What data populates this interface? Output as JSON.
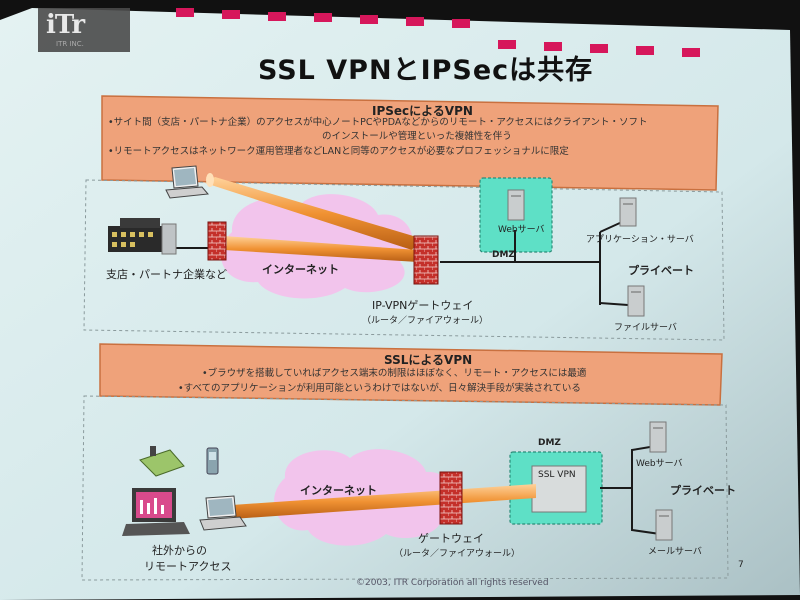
{
  "logo": {
    "mark": "iTr",
    "sub": "ITR INC."
  },
  "slide": {
    "title": "SSL VPNとIPSecは共存",
    "page_number": "7",
    "copyright": "©2003, ITR Corporation all rights reserved"
  },
  "ipsec": {
    "heading": "IPSecによるVPN",
    "bullets": [
      "•サイト間（支店・パートナ企業）のアクセスが中心ノートPCやPDAなどからのリモート・アクセスにはクライアント・ソフト",
      "のインストールや管理といった複雑性を伴う",
      "•リモートアクセスはネットワーク運用管理者などLANと同等のアクセスが必要なプロフェッショナルに限定"
    ],
    "labels": {
      "branch": "支店・パートナ企業など",
      "internet": "インターネット",
      "gateway": "IP-VPNゲートウェイ",
      "gateway_sub": "（ルータ／ファイアウォール）",
      "dmz": "DMZ",
      "web_server": "Webサーバ",
      "app_server": "アプリケーション・サーバ",
      "private": "プライベート",
      "file_server": "ファイルサーバ"
    }
  },
  "ssl": {
    "heading": "SSLによるVPN",
    "bullets": [
      "•ブラウザを搭載していればアクセス端末の制限はほぼなく、リモート・アクセスには最適",
      "•すべてのアプリケーションが利用可能というわけではないが、日々解決手段が実装されている"
    ],
    "labels": {
      "internet": "インターネット",
      "gateway": "ゲートウェイ",
      "gateway_sub": "（ルータ／ファイアウォール）",
      "dmz": "DMZ",
      "ssl_vpn": "SSL VPN",
      "web_server": "Webサーバ",
      "private": "プライベート",
      "mail_server": "メールサーバ",
      "remote": "社外からの",
      "remote2": "リモートアクセス"
    }
  },
  "colors": {
    "slide_bg": "#dcecee",
    "banner": "#efa27a",
    "banner_edge": "#c9703f",
    "tunnel": "#f29a3a",
    "cloud": "#f2c4ec",
    "dmz": "#5ee0c6",
    "firewall": "#c4302a",
    "stripe": "#d6175b"
  }
}
